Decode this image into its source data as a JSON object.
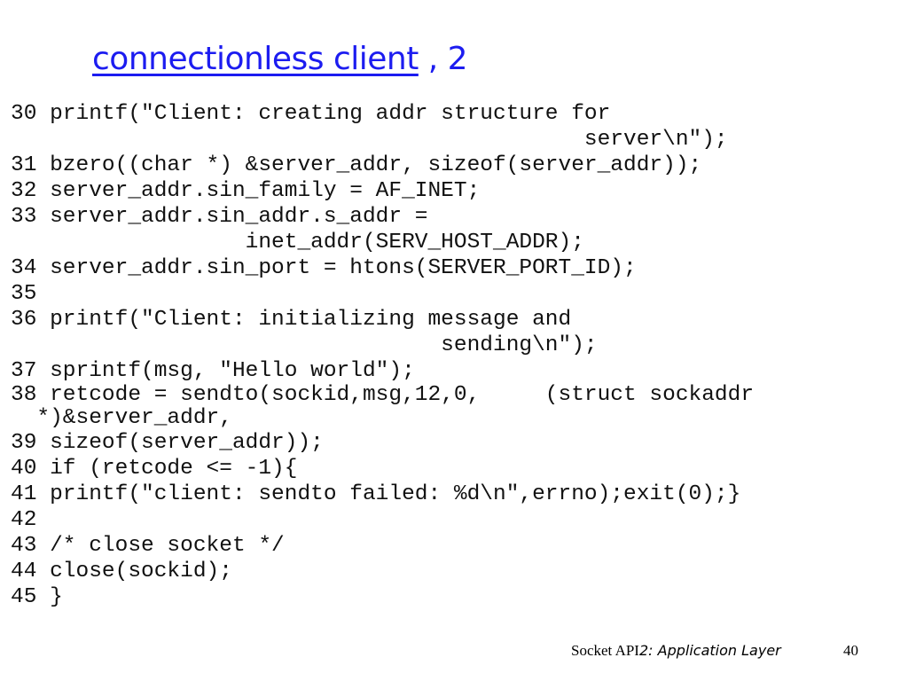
{
  "slide": {
    "title_link": "connectionless client",
    "title_suffix": " , 2",
    "code_lines": [
      "30 printf(\"Client: creating addr structure for",
      "                                            server\\n\");",
      "31 bzero((char *) &server_addr, sizeof(server_addr));",
      "32 server_addr.sin_family = AF_INET;",
      "33 server_addr.sin_addr.s_addr =",
      "                  inet_addr(SERV_HOST_ADDR);",
      "34 server_addr.sin_port = htons(SERVER_PORT_ID);",
      "35",
      "36 printf(\"Client: initializing message and",
      "                                 sending\\n\");",
      "37 sprintf(msg, \"Hello world\");",
      "38 retcode = sendto(sockid,msg,12,0,     (struct sockaddr",
      "  *)&server_addr,",
      "39 sizeof(server_addr));",
      "40 if (retcode <= -1){",
      "41 printf(\"client: sendto failed: %d\\n\",errno);exit(0);}",
      "42",
      "43 /* close socket */",
      "44 close(sockid);",
      "45 }"
    ],
    "footer_serif": "Socket API",
    "footer_sans": "2: Application Layer",
    "page_number": "40"
  },
  "colors": {
    "title": "#1c1cf0",
    "code": "#111111",
    "background": "#ffffff"
  }
}
